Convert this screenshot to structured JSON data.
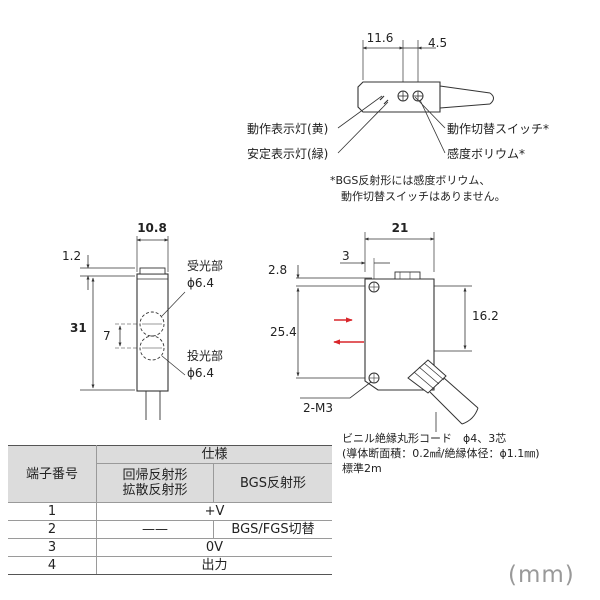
{
  "top_view": {
    "dim_width": "11.6",
    "dim_offset": "4.5",
    "label_op_indicator": "動作表示灯(黄)",
    "label_stab_indicator": "安定表示灯(緑)",
    "label_mode_switch": "動作切替スイッチ*",
    "label_sens_knob": "感度ボリウム*",
    "note_line1": "*BGS反射形には感度ボリウム、",
    "note_line2": "動作切替スイッチはありません。"
  },
  "front_view": {
    "dim_width": "10.8",
    "dim_top": "1.2",
    "dim_height": "31",
    "dim_spacing": "7",
    "receiver_label": "受光部",
    "receiver_dia": "ϕ6.4",
    "emitter_label": "投光部",
    "emitter_dia": "ϕ6.4"
  },
  "side_view": {
    "dim_width": "21",
    "dim_hole_x": "3",
    "dim_hole_y": "2.8",
    "dim_hole_pitch": "25.4",
    "dim_lens_h": "16.2",
    "screw_label": "2-M3",
    "cable_line1": "ビニル絶縁丸形コード　ϕ4、3芯",
    "cable_line2": "(導体断面積：0.2㎟/絶縁体径：ϕ1.1㎜)",
    "cable_line3": "標準2m"
  },
  "table": {
    "header_terminal": "端子番号",
    "header_spec": "仕様",
    "header_col_a_line1": "回帰反射形",
    "header_col_a_line2": "拡散反射形",
    "header_col_b": "BGS反射形",
    "rows": [
      {
        "no": "1",
        "spec": "+V"
      },
      {
        "no": "2",
        "a": "——",
        "b": "BGS/FGS切替"
      },
      {
        "no": "3",
        "spec": "0V"
      },
      {
        "no": "4",
        "spec": "出力"
      }
    ]
  },
  "unit": "(mm)",
  "colors": {
    "arrow_red": "#d9262b",
    "line": "#333333",
    "header_fill": "#dcdcdc"
  }
}
